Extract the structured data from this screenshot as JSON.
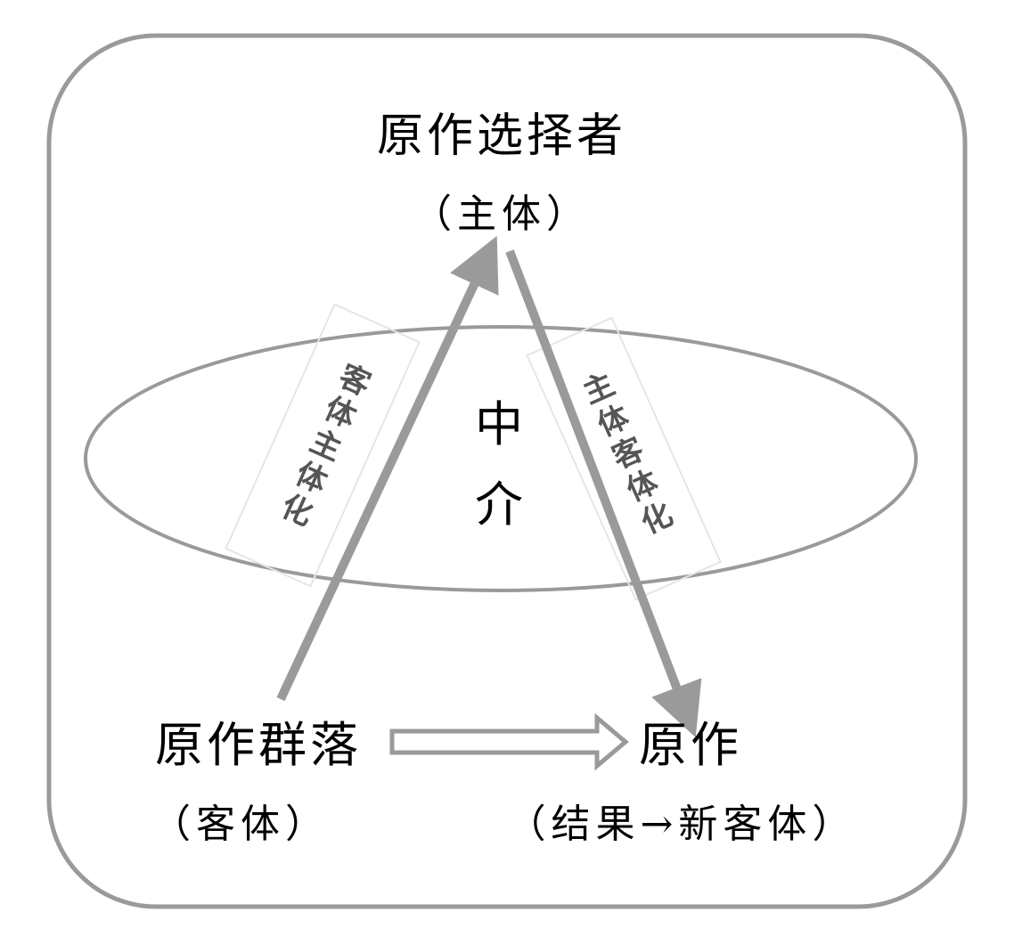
{
  "subject": {
    "title": "原作选择者",
    "subtitle": "（主体）"
  },
  "mediator": {
    "line1": "中",
    "line2": "介"
  },
  "left_diagonal_label": "客体主体化",
  "right_diagonal_label": "主体客体化",
  "object": {
    "title": "原作群落",
    "subtitle": "（客体）"
  },
  "result": {
    "title": "原作",
    "subtitle": "（结果→新客体）"
  },
  "colors": {
    "frame": "#9a9a9a",
    "arrow": "#9a9a9a",
    "ellipse": "#9a9a9a",
    "text": "#1a1a1a"
  }
}
